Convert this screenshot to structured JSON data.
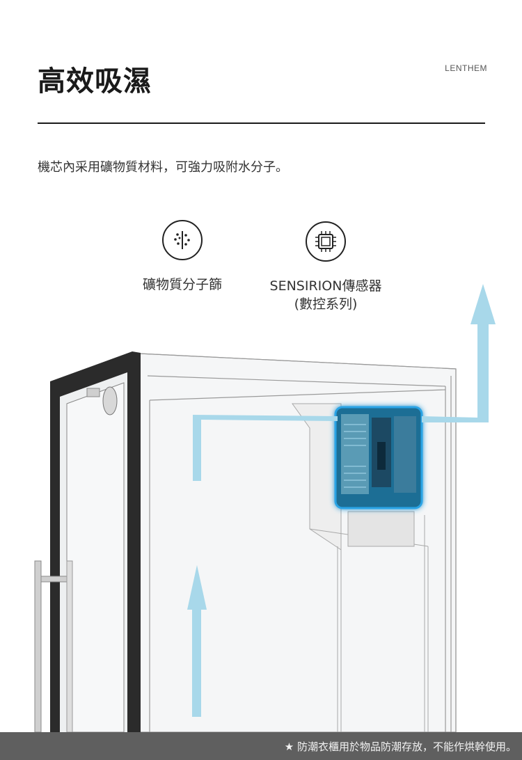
{
  "header": {
    "title": "高效吸濕",
    "brand": "LENTHEM"
  },
  "subtitle": "機芯內采用礦物質材料，可強力吸附水分子。",
  "features": [
    {
      "icon": "molecular-sieve-icon",
      "label": "礦物質分子篩",
      "label_line2": ""
    },
    {
      "icon": "sensor-chip-icon",
      "label": "SENSIRION傳感器",
      "label_line2": "(數控系列)"
    }
  ],
  "colors": {
    "arrow": "#a8d8ea",
    "module_glow": "#2aa4e6",
    "footer_bg": "#3c3c3c"
  },
  "footer": {
    "note": "★ 防潮衣櫃用於物品防潮存放，不能作烘幹使用。"
  }
}
